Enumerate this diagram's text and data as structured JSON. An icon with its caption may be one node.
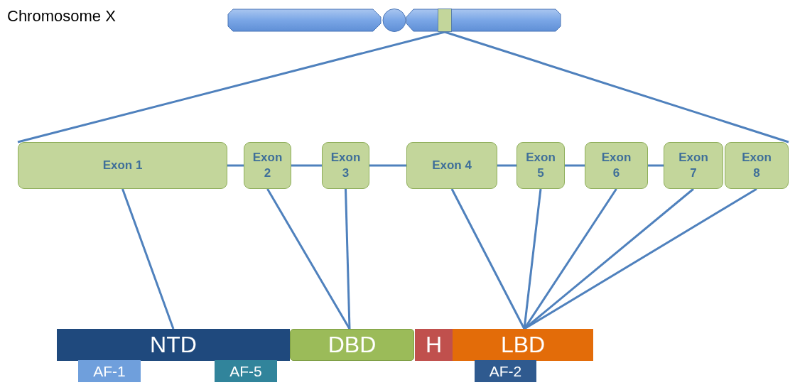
{
  "diagram": {
    "nodes": [
      {
        "text": [],
        "shape": "bar"
      },
      {
        "text": [],
        "shape": "box",
        "in": 0
      },
      {
        "text": [
          "Exon 1"
        ]
      },
      {
        "text": [
          "Exon 2"
        ]
      },
      {
        "text": [
          "Exon 3"
        ]
      },
      {
        "text": [
          "Exon 4"
        ]
      },
      {
        "text": [
          "Exon 5"
        ]
      },
      {
        "text": [
          "Exon 6"
        ]
      },
      {
        "text": [
          "Exon 7"
        ]
      },
      {
        "text": [
          "Exon 8"
        ]
      },
      {
        "text": [
          "NTD"
        ]
      },
      {
        "text": [
          "DBD"
        ]
      },
      {
        "text": [
          "H"
        ]
      },
      {
        "text": [
          "LBD"
        ]
      },
      {
        "text": [
          "AF-1"
        ]
      },
      {
        "text": [
          "AF-5"
        ]
      },
      {
        "text": [
          "AF-2"
        ]
      }
    ],
    "edges": [
      {
        "from": 1,
        "to": 2,
        "arrow": "none"
      },
      {
        "from": 1,
        "to": 9,
        "arrow": "none"
      },
      {
        "from": 2,
        "to": 3,
        "arrow": "none"
      },
      {
        "from": 3,
        "to": 4,
        "arrow": "none"
      },
      {
        "from": 4,
        "to": 5,
        "arrow": "none"
      },
      {
        "from": 5,
        "to": 6,
        "arrow": "none"
      },
      {
        "from": 6,
        "to": 7,
        "arrow": "none"
      },
      {
        "from": 7,
        "to": 8,
        "arrow": "none"
      },
      {
        "from": 2,
        "to": 10,
        "arrow": "none"
      },
      {
        "from": 3,
        "to": 11,
        "arrow": "none"
      },
      {
        "from": 4,
        "to": 11,
        "arrow": "none"
      },
      {
        "from": 5,
        "to": 13,
        "arrow": "none"
      },
      {
        "from": 6,
        "to": 13,
        "arrow": "none"
      },
      {
        "from": 7,
        "to": 13,
        "arrow": "none"
      },
      {
        "from": 8,
        "to": 13,
        "arrow": "none"
      },
      {
        "from": 9,
        "to": 13,
        "arrow": "none"
      }
    ],
    "labels": [
      "Chromosome X"
    ]
  }
}
